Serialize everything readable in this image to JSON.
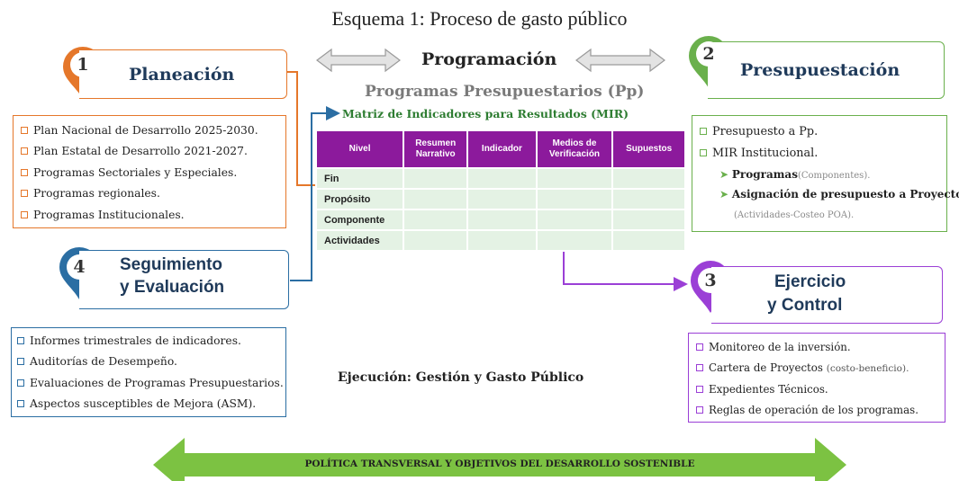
{
  "title": "Esquema 1: Proceso de gasto público",
  "programacion": "Programación",
  "programas_pp": "Programas Presupuestarios (Pp)",
  "mir_title": "Matriz de Indicadores para Resultados (MIR)",
  "mir_table": {
    "headers": [
      "Nivel",
      "Resumen Narrativo",
      "Indicador",
      "Medios de Verificación",
      "Supuestos"
    ],
    "rows": [
      "Fin",
      "Propósito",
      "Componente",
      "Actividades"
    ]
  },
  "phases": {
    "planeacion": {
      "number": "1",
      "title": "Planeación",
      "color": "#e5772a",
      "items": [
        "Plan Nacional de Desarrollo 2025-2030.",
        "Plan Estatal de Desarrollo 2021-2027.",
        "Programas Sectoriales y Especiales.",
        "Programas regionales.",
        "Programas Institucionales."
      ]
    },
    "presupuestacion": {
      "number": "2",
      "title": "Presupuestación",
      "color": "#6ab04c",
      "items": [
        "Presupuesto a Pp.",
        "MIR Institucional."
      ],
      "subitems": [
        {
          "label": "Programas",
          "note": "(Componentes)."
        },
        {
          "label": "Asignación de presupuesto a Proyectos",
          "note": "(Actividades-Costeo POA)."
        }
      ]
    },
    "ejercicio": {
      "number": "3",
      "title_line1": "Ejercicio",
      "title_line2": "y Control",
      "color": "#9b3fd6",
      "items": [
        {
          "text": "Monitoreo de la inversión.",
          "note": ""
        },
        {
          "text": "Cartera de Proyectos",
          "note": "(costo-beneficio)."
        },
        {
          "text": "Expedientes Técnicos.",
          "note": ""
        },
        {
          "text": "Reglas de operación de los programas.",
          "note": ""
        }
      ]
    },
    "seguimiento": {
      "number": "4",
      "title_line1": "Seguimiento",
      "title_line2": "y Evaluación",
      "color": "#2b6ea3",
      "items": [
        "Informes trimestrales de indicadores.",
        "Auditorías de Desempeño.",
        "Evaluaciones de Programas Presupuestarios.",
        "Aspectos susceptibles de Mejora (ASM)."
      ]
    }
  },
  "ejecucion": "Ejecución: Gestión y Gasto Público",
  "bottom_banner": "POLÍTICA TRANSVERSAL Y OBJETIVOS DEL DESARROLLO SOSTENIBLE",
  "colors": {
    "green_arrow": "#7cc242",
    "table_header": "#8c1a9c",
    "table_cell": "#e4f2e4"
  }
}
